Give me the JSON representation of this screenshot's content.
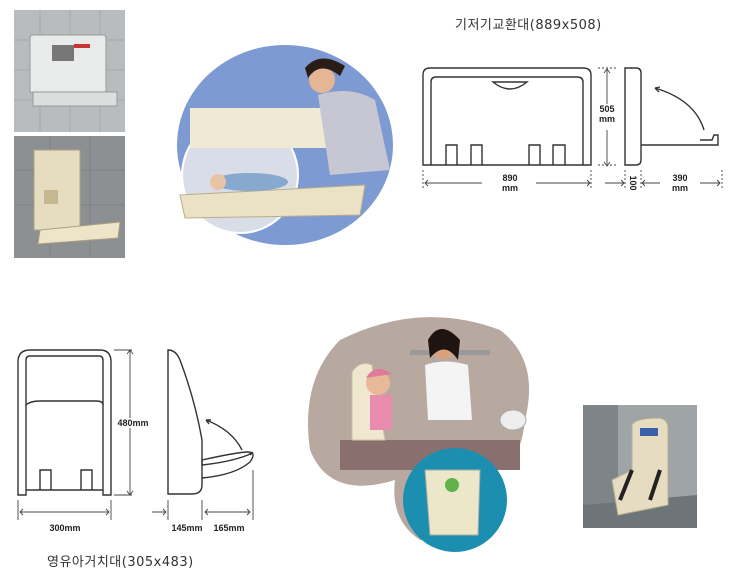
{
  "changing_table": {
    "title": "기저기교환대(889x508)",
    "height_value": "505",
    "height_unit": "mm",
    "width_value": "890",
    "width_unit": "mm",
    "depth_closed": "100",
    "depth_open_value": "390",
    "depth_open_unit": "mm"
  },
  "baby_seat": {
    "title": "영유아거치대(305x483)",
    "height": "480mm",
    "width": "300mm",
    "depth_closed": "145mm",
    "depth_open": "165mm"
  }
}
